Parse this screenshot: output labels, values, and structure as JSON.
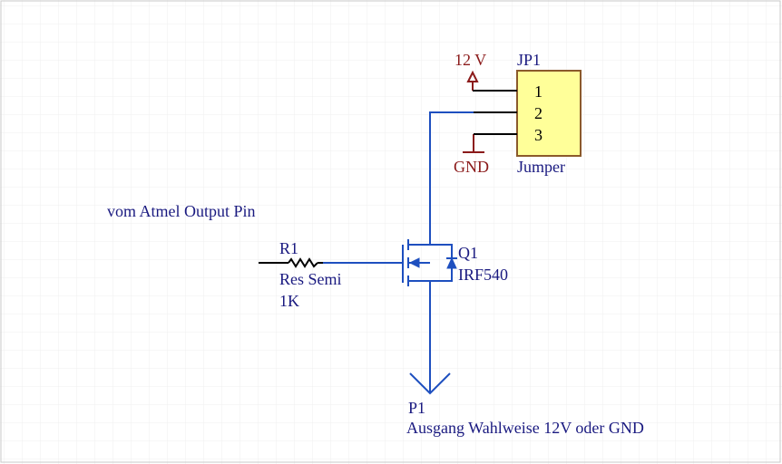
{
  "colors": {
    "wire": "#1e4fbf",
    "label": "#1a1a80",
    "power": "#8b1a1a",
    "jumper_fill": "#ffff99",
    "grid": "#eeeeee"
  },
  "annotation": {
    "text": "vom Atmel Output Pin"
  },
  "power_12v": {
    "label": "12 V"
  },
  "ground": {
    "label": "GND"
  },
  "jumper": {
    "designator": "JP1",
    "comment": "Jumper",
    "pins": [
      "1",
      "2",
      "3"
    ]
  },
  "resistor": {
    "designator": "R1",
    "comment": "Res Semi",
    "value": "1K"
  },
  "mosfet": {
    "designator": "Q1",
    "part": "IRF540"
  },
  "port": {
    "designator": "P1",
    "description": "Ausgang Wahlweise 12V oder GND"
  }
}
